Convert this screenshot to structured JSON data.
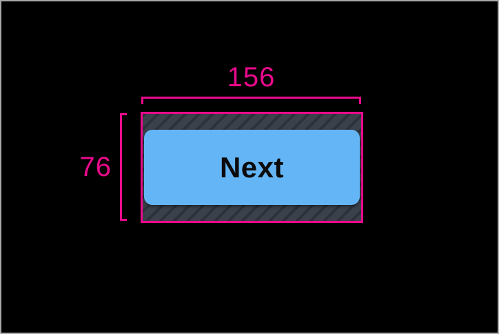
{
  "canvas": {
    "background_color": "#000000",
    "border_color": "#a9a9a9"
  },
  "dimension_annotations": {
    "width_value": "156",
    "height_value": "76",
    "line_color": "#eb0a8c"
  },
  "padding_overlay": {
    "base_color": "#3a414b",
    "stripe_color": "#2c313a"
  },
  "button": {
    "label": "Next",
    "background_color": "#64b5f6",
    "text_color": "#0b0b0b"
  }
}
